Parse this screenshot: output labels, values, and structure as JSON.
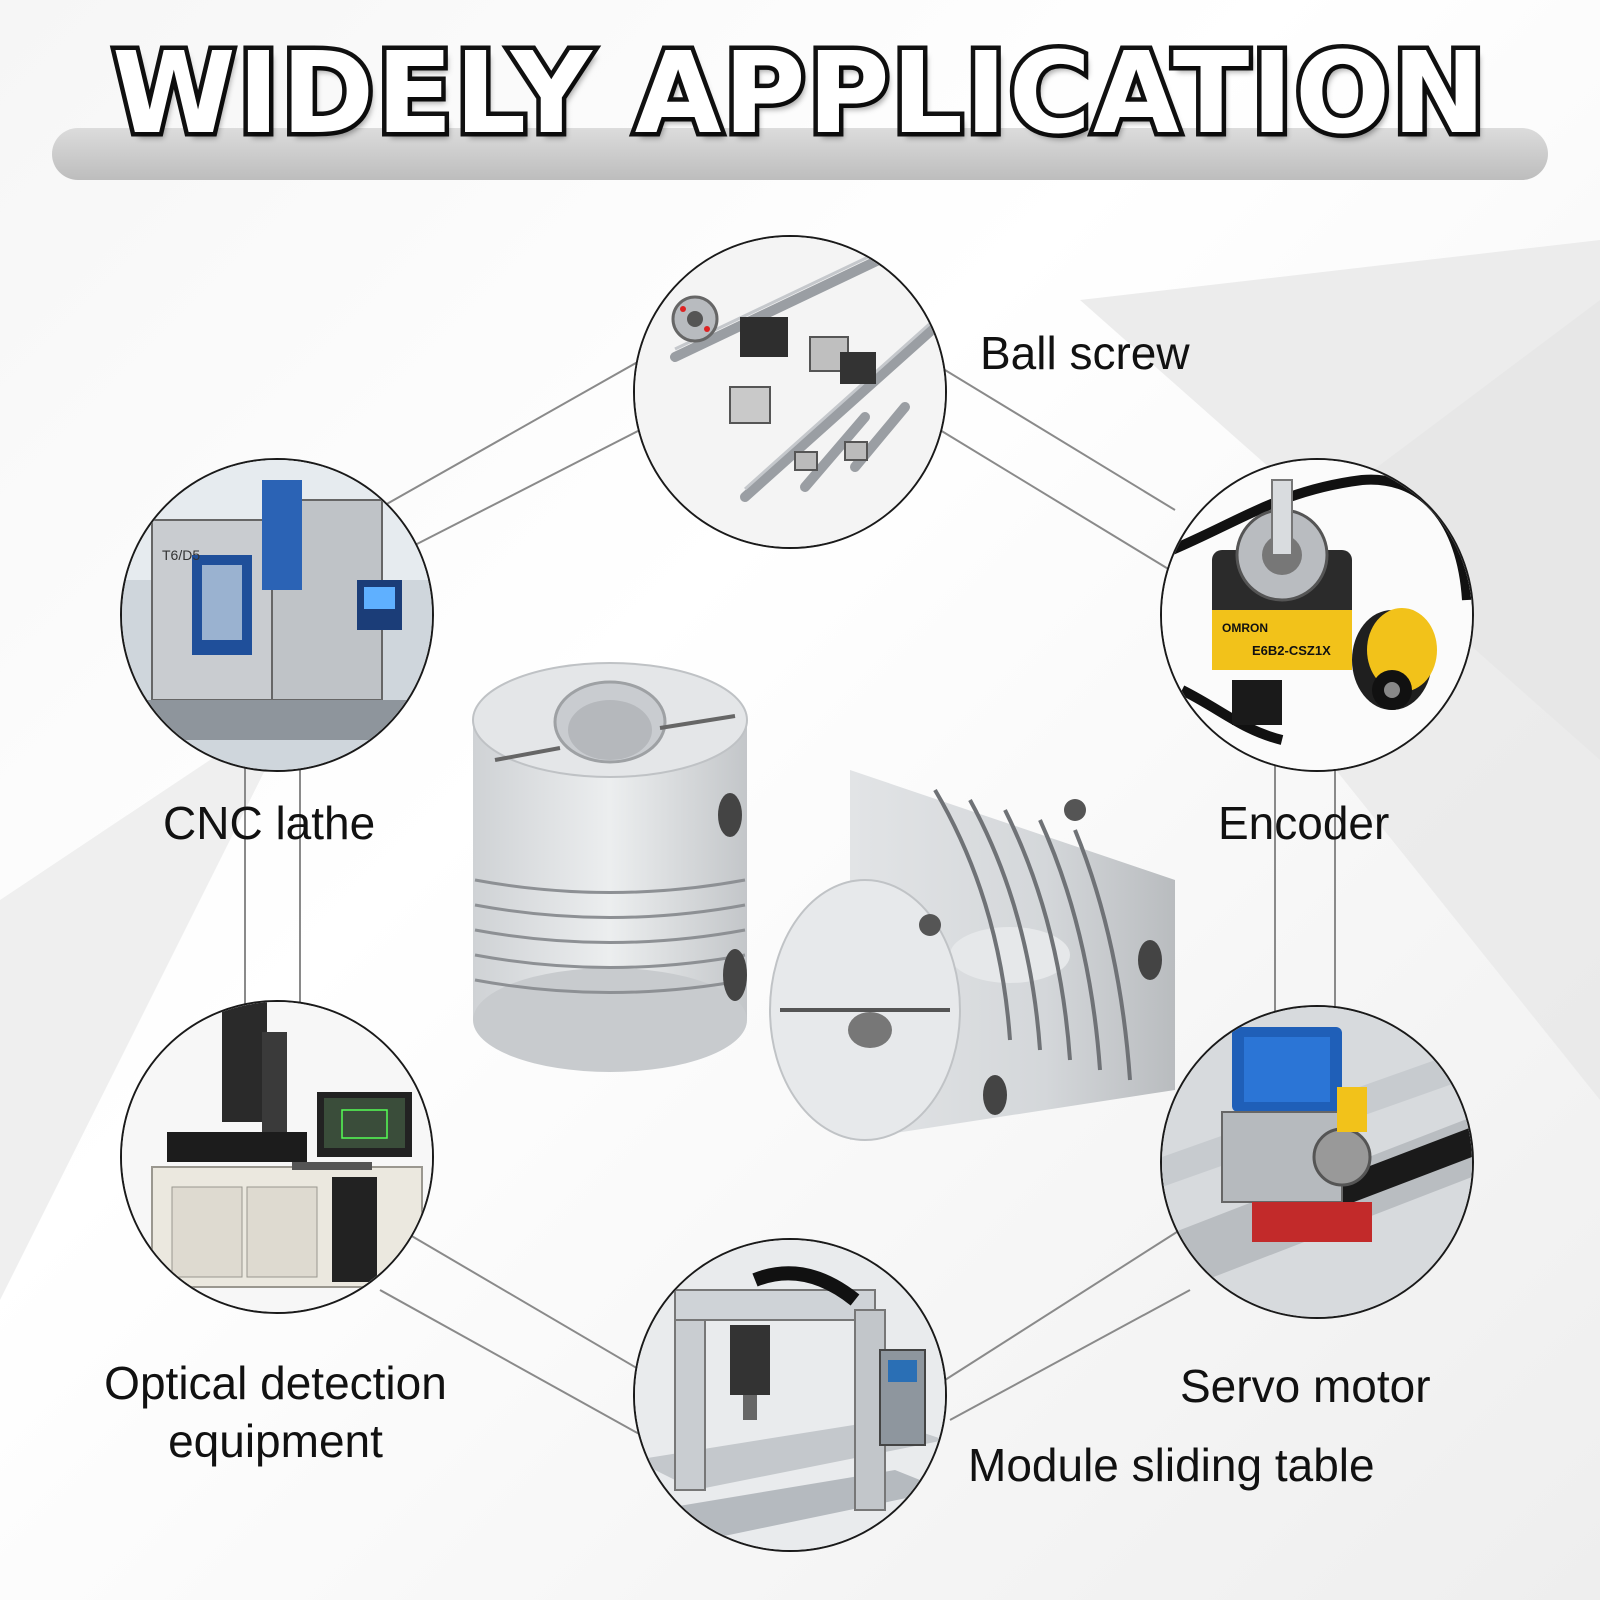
{
  "title": "WIDELY APPLICATION",
  "applications": [
    {
      "id": "ball-screw",
      "label": "Ball screw"
    },
    {
      "id": "cnc-lathe",
      "label": "CNC lathe"
    },
    {
      "id": "encoder",
      "label": "Encoder",
      "device_text": "E6B2-CSZ1X",
      "brand_text": "OMRON"
    },
    {
      "id": "optical",
      "label_line1": "Optical detection",
      "label_line2": "equipment"
    },
    {
      "id": "servo",
      "label": "Servo motor"
    },
    {
      "id": "module",
      "label": "Module sliding table"
    }
  ],
  "cnc_machine_text": "T6/D5",
  "colors": {
    "line": "#888888",
    "circle_border": "#1a1a1a",
    "aluminum": "#d9dcdf",
    "encoder_yellow": "#f2c21a",
    "servo_blue": "#1f5fb8"
  }
}
